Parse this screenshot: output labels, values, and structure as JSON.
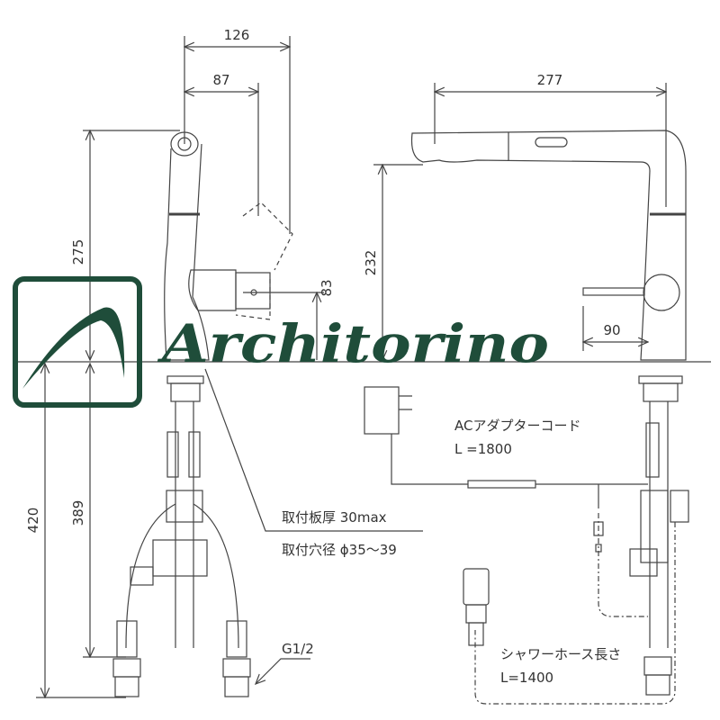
{
  "colors": {
    "line": "#444444",
    "logo": "#1f4d3a"
  },
  "logo": {
    "text": "Architorino"
  },
  "dimensions": {
    "width_126": "126",
    "width_87": "87",
    "height_275": "275",
    "height_83": "83",
    "height_420": "420",
    "height_389": "389",
    "reach_277": "277",
    "height_232": "232",
    "offset_90": "90"
  },
  "labels": {
    "plate_thickness": "取付板厚 30max",
    "hole_diameter": "取付穴径 ϕ35～39",
    "thread": "G1/2",
    "ac_cord_title": "ACアダプターコード",
    "ac_cord_length": "L =1800",
    "shower_hose_title": "シャワーホース長さ",
    "shower_hose_length": "L=1400"
  }
}
